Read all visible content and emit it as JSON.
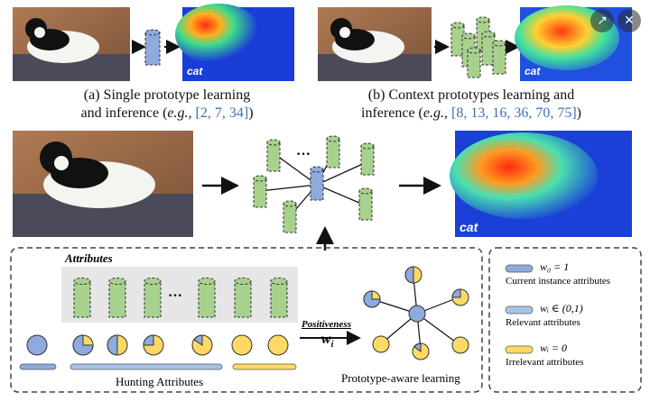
{
  "panel_a": {
    "caption_line1": "(a) Single prototype learning",
    "caption_line2_prefix": "and inference (",
    "caption_eg": "e.g.,",
    "caption_refs": "[2, 7, 34]",
    "caption_suffix": ")",
    "heatmap_label": "cat"
  },
  "panel_b": {
    "caption_line1": "(b) Context prototypes learning and",
    "caption_line2_prefix": "inference (",
    "caption_eg": "e.g.,",
    "caption_refs": "[8, 13, 16, 36, 70, 75]",
    "caption_suffix": ")",
    "heatmap_label": "cat"
  },
  "panel_c": {
    "heatmap_label": "cat",
    "ellipsis": "···"
  },
  "attributes_box": {
    "title": "Attributes",
    "ellipsis": "···",
    "positiveness": "Positiveness",
    "weight_symbol": "w",
    "weight_subscript": "i",
    "hunting_label": "Hunting Attributes",
    "prototype_label": "Prototype-aware learning"
  },
  "legend": {
    "items": [
      {
        "formula": "w₀ = 1",
        "desc": "Current instance attributes"
      },
      {
        "formula": "wᵢ ∈ (0,1)",
        "desc": "Relevant attributes"
      },
      {
        "formula": "wᵢ = 0",
        "desc": "Irrelevant attributes"
      }
    ]
  },
  "colors": {
    "green": "#a9d18e",
    "blue": "#8faadc",
    "yellow": "#ffd966",
    "citation": "#3a6fb5"
  },
  "toolbar": {
    "share_icon": "share-icon",
    "close_icon": "close-icon"
  }
}
